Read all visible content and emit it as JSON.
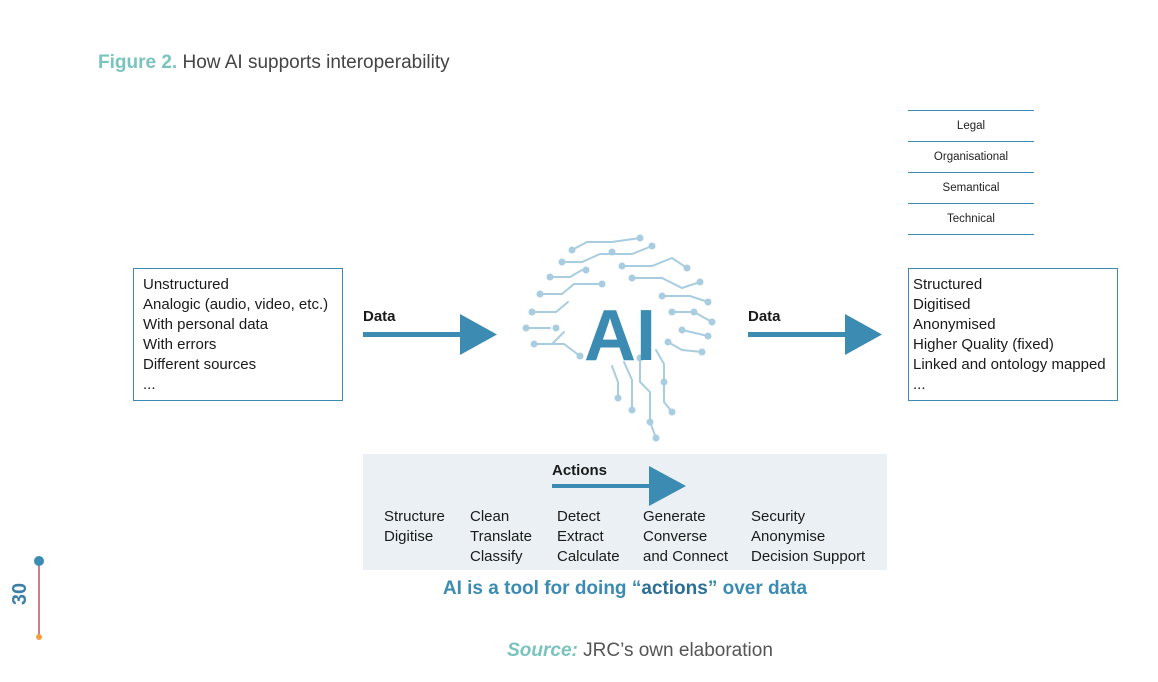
{
  "figure": {
    "label": "Figure 2.",
    "title": "How AI supports interoperability"
  },
  "layers": [
    "Legal",
    "Organisational",
    "Semantical",
    "Technical"
  ],
  "input_box": {
    "items": [
      "Unstructured",
      "Analogic (audio, video, etc.)",
      "With personal data",
      "With errors",
      "Different sources",
      "..."
    ]
  },
  "output_box": {
    "items": [
      "Structured",
      "Digitised",
      "Anonymised",
      "Higher Quality (fixed)",
      "Linked and ontology mapped",
      "..."
    ]
  },
  "arrows": {
    "left_label": "Data",
    "right_label": "Data",
    "actions_label": "Actions"
  },
  "center": {
    "ai_text": "AI"
  },
  "actions": [
    [
      "Structure",
      "Digitise"
    ],
    [
      "Clean",
      "Translate",
      "Classify"
    ],
    [
      "Detect",
      "Extract",
      "Calculate"
    ],
    [
      "Generate",
      "Converse",
      "and Connect"
    ],
    [
      "Security",
      "Anonymise",
      "Decision Support"
    ]
  ],
  "tagline": {
    "before": "AI is a tool for doing ",
    "open_quote": "“",
    "highlight": "actions",
    "close_quote": "”",
    "after": " over data"
  },
  "source": {
    "label": "Source:",
    "text": " JRC’s own elaboration"
  },
  "page_number": "30",
  "colors": {
    "accent": "#3b8bb3",
    "teal": "#7bc4bd",
    "panel": "#eaf0f3",
    "brain": "#a9cde0"
  }
}
